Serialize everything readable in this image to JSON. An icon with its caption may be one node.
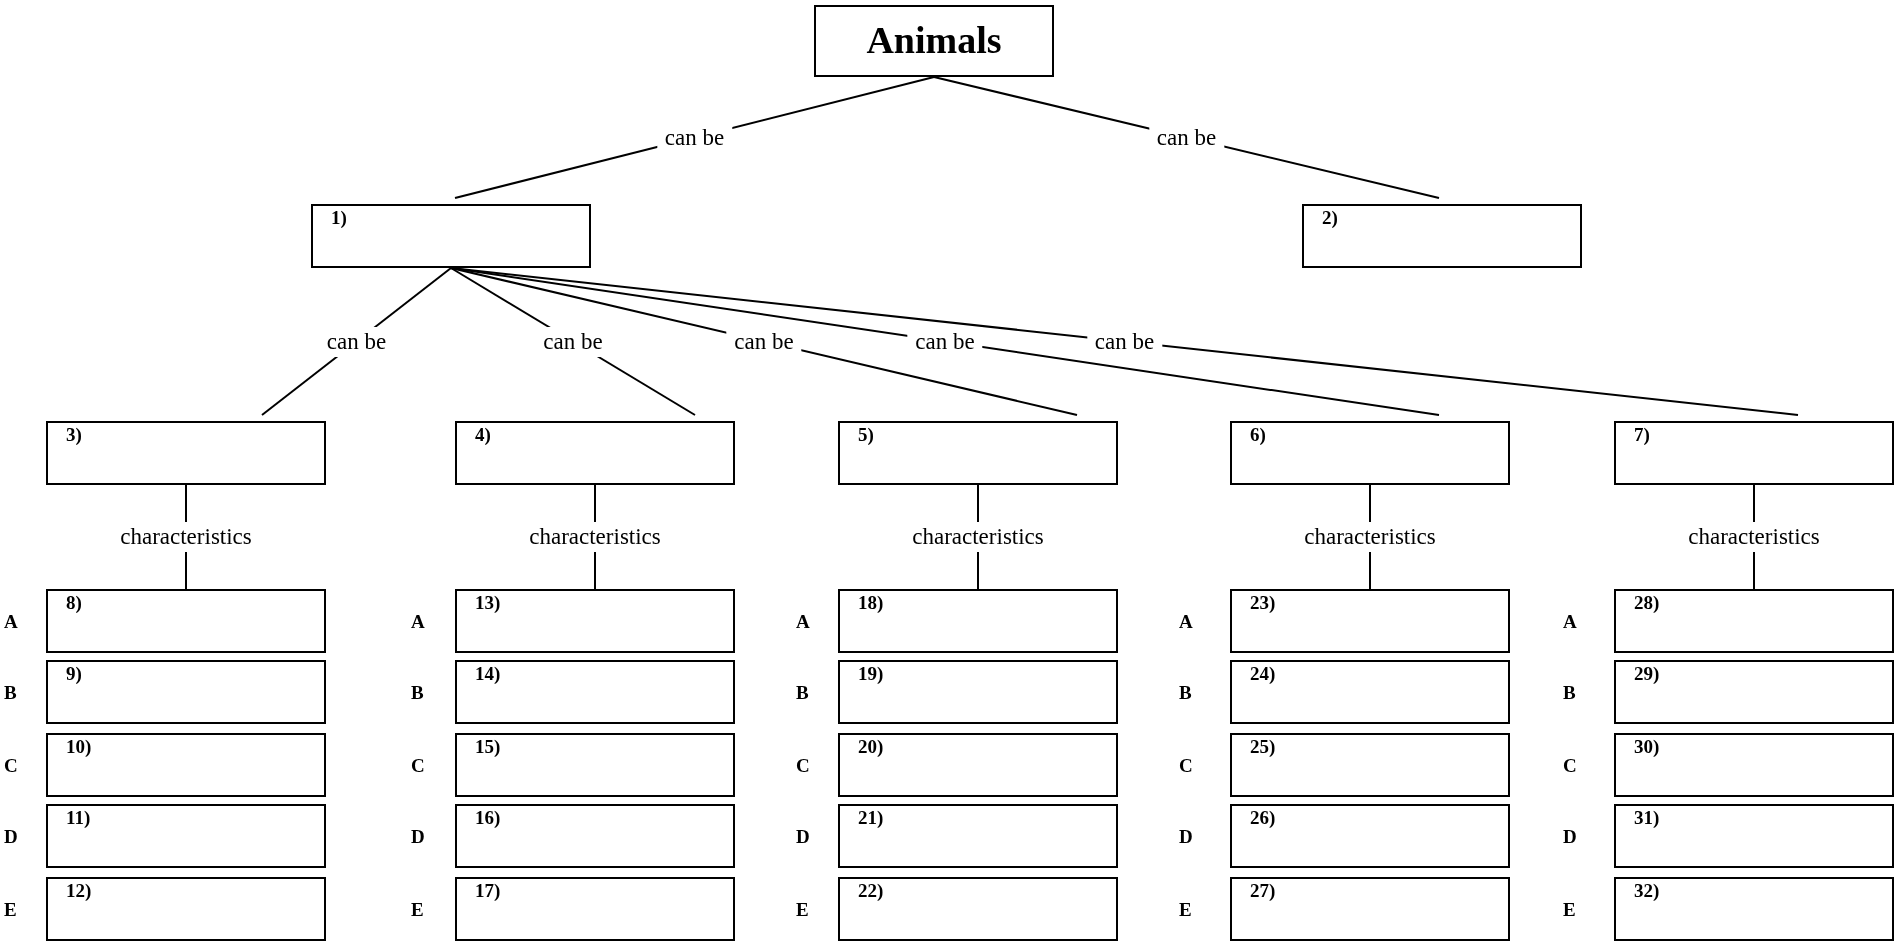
{
  "diagram": {
    "nodes": [
      {
        "text": [
          "Animals"
        ]
      },
      {
        "text": [
          "1)"
        ]
      },
      {
        "text": [
          "2)"
        ]
      },
      {
        "text": [
          "3)"
        ]
      },
      {
        "text": [
          "4)"
        ]
      },
      {
        "text": [
          "5)"
        ]
      },
      {
        "text": [
          "6)"
        ]
      },
      {
        "text": [
          "7)"
        ]
      },
      {
        "text": [
          "8)"
        ]
      },
      {
        "text": [
          "9)"
        ]
      },
      {
        "text": [
          "10)"
        ]
      },
      {
        "text": [
          "11)"
        ]
      },
      {
        "text": [
          "12)"
        ]
      },
      {
        "text": [
          "13)"
        ]
      },
      {
        "text": [
          "14)"
        ]
      },
      {
        "text": [
          "15)"
        ]
      },
      {
        "text": [
          "16)"
        ]
      },
      {
        "text": [
          "17)"
        ]
      },
      {
        "text": [
          "18)"
        ]
      },
      {
        "text": [
          "19)"
        ]
      },
      {
        "text": [
          "20)"
        ]
      },
      {
        "text": [
          "21)"
        ]
      },
      {
        "text": [
          "22)"
        ]
      },
      {
        "text": [
          "23)"
        ]
      },
      {
        "text": [
          "24)"
        ]
      },
      {
        "text": [
          "25)"
        ]
      },
      {
        "text": [
          "26)"
        ]
      },
      {
        "text": [
          "27)"
        ]
      },
      {
        "text": [
          "28)"
        ]
      },
      {
        "text": [
          "29)"
        ]
      },
      {
        "text": [
          "30)"
        ]
      },
      {
        "text": [
          "31)"
        ]
      },
      {
        "text": [
          "32)"
        ]
      }
    ],
    "edges": [
      {
        "from": 0,
        "to": 1,
        "arrow": "none",
        "label": "can be"
      },
      {
        "from": 0,
        "to": 2,
        "arrow": "none",
        "label": "can be"
      },
      {
        "from": 1,
        "to": 3,
        "arrow": "none",
        "label": "can be"
      },
      {
        "from": 1,
        "to": 4,
        "arrow": "none",
        "label": "can be"
      },
      {
        "from": 1,
        "to": 5,
        "arrow": "none",
        "label": "can be"
      },
      {
        "from": 1,
        "to": 6,
        "arrow": "none",
        "label": "can be"
      },
      {
        "from": 1,
        "to": 7,
        "arrow": "none",
        "label": "can be"
      },
      {
        "from": 3,
        "to": 8,
        "arrow": "none",
        "label": "characteristics"
      },
      {
        "from": 4,
        "to": 13,
        "arrow": "none",
        "label": "characteristics"
      },
      {
        "from": 5,
        "to": 18,
        "arrow": "none",
        "label": "characteristics"
      },
      {
        "from": 6,
        "to": 23,
        "arrow": "none",
        "label": "characteristics"
      },
      {
        "from": 7,
        "to": 28,
        "arrow": "none",
        "label": "characteristics"
      }
    ],
    "labels": [
      "A",
      "A",
      "A",
      "A",
      "A",
      "B",
      "B",
      "B",
      "B",
      "B",
      "C",
      "C",
      "C",
      "C",
      "C",
      "D",
      "D",
      "D",
      "D",
      "D",
      "E",
      "E",
      "E",
      "E",
      "E"
    ]
  }
}
